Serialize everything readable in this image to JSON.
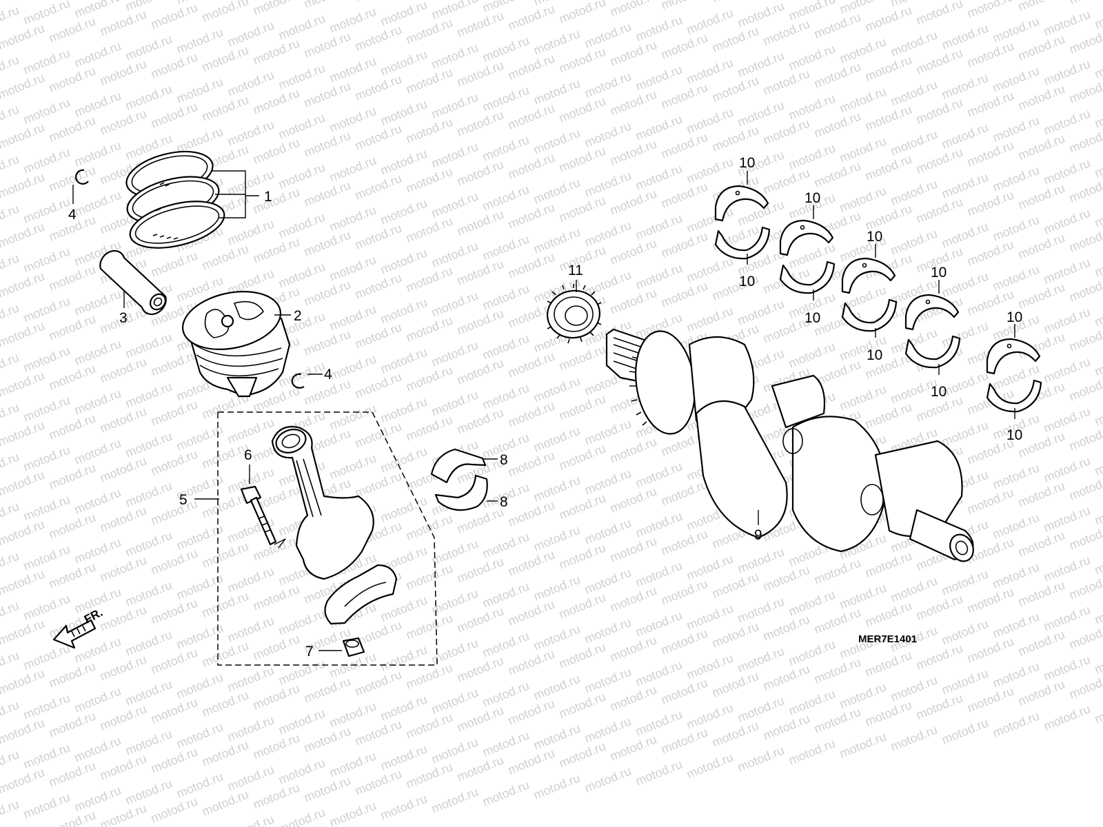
{
  "watermark": {
    "text": "motod.ru"
  },
  "diagram_code": "MER7E1401",
  "front_indicator": {
    "label": "FR."
  },
  "callouts": [
    {
      "id": "ring-set",
      "label": "1"
    },
    {
      "id": "piston",
      "label": "2"
    },
    {
      "id": "piston-pin",
      "label": "3"
    },
    {
      "id": "pin-clip-left",
      "label": "4"
    },
    {
      "id": "pin-clip-right",
      "label": "4"
    },
    {
      "id": "connecting-rod-assembly",
      "label": "5"
    },
    {
      "id": "rod-bolt",
      "label": "6"
    },
    {
      "id": "rod-nut",
      "label": "7"
    },
    {
      "id": "rod-bearing-upper",
      "label": "8"
    },
    {
      "id": "rod-bearing-lower",
      "label": "8"
    },
    {
      "id": "crankshaft",
      "label": "9"
    },
    {
      "id": "main-bearing-1-upper",
      "label": "10"
    },
    {
      "id": "main-bearing-1-lower",
      "label": "10"
    },
    {
      "id": "main-bearing-2-upper",
      "label": "10"
    },
    {
      "id": "main-bearing-2-lower",
      "label": "10"
    },
    {
      "id": "main-bearing-3-upper",
      "label": "10"
    },
    {
      "id": "main-bearing-3-lower",
      "label": "10"
    },
    {
      "id": "main-bearing-4-upper",
      "label": "10"
    },
    {
      "id": "main-bearing-4-lower",
      "label": "10"
    },
    {
      "id": "main-bearing-5-upper",
      "label": "10"
    },
    {
      "id": "main-bearing-5-lower",
      "label": "10"
    },
    {
      "id": "gear",
      "label": "11"
    }
  ]
}
